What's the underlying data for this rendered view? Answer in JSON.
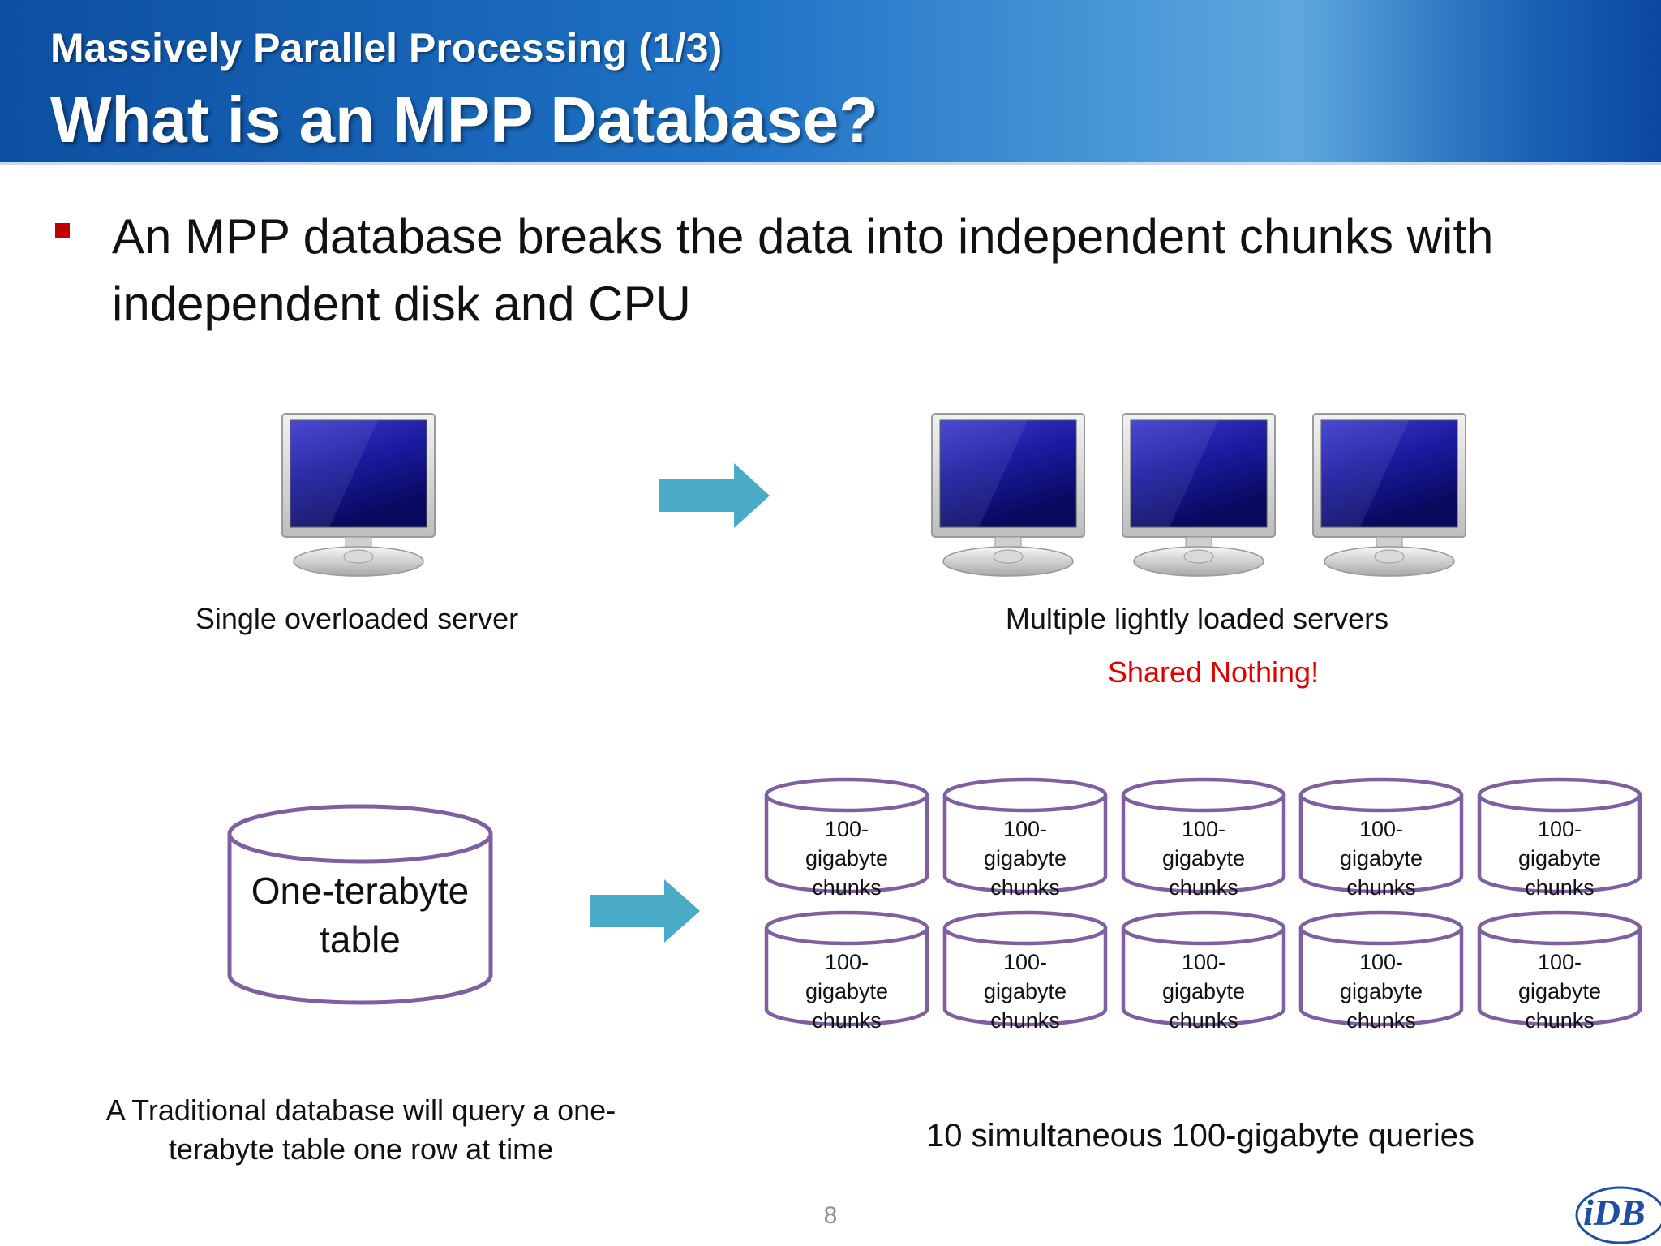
{
  "header": {
    "subtitle": "Massively Parallel Processing (1/3)",
    "title": "What is an MPP Database?"
  },
  "bullet": {
    "text": "An MPP database breaks the data into independent chunks with independent disk and CPU"
  },
  "servers": {
    "single_label": "Single overloaded server",
    "multiple_label": "Multiple lightly loaded servers",
    "shared_nothing": "Shared Nothing!",
    "shared_nothing_color": "#e00000"
  },
  "storage": {
    "table_label": "One-terabyte table",
    "chunk_label": "100-gigabyte chunks",
    "traditional_caption": "A Traditional database will query a one-terabyte table one row at time",
    "parallel_caption": "10 simultaneous 100-gigabyte queries"
  },
  "footer": {
    "page_number": "8",
    "logo_text": "iDB"
  },
  "colors": {
    "arrow": "#4aabc6",
    "cylinder_stroke": "#7f5fa0",
    "bullet": "#c00000"
  }
}
